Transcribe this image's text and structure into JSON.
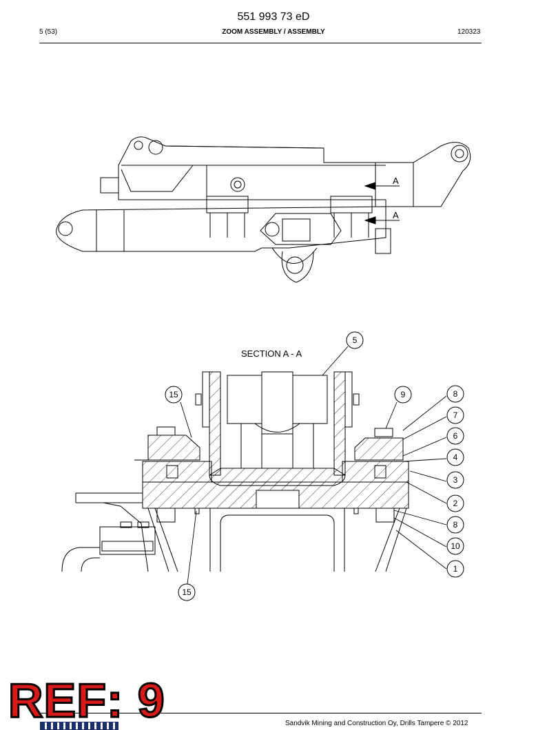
{
  "header": {
    "doc_number": "551 993 73 eD",
    "page": "5 (53)",
    "title": "ZOOM ASSEMBLY / ASSEMBLY",
    "date_code": "120323"
  },
  "drawing": {
    "section_markers": [
      "A",
      "A"
    ],
    "section_title": "SECTION A - A",
    "callouts": [
      "5",
      "15",
      "9",
      "8",
      "7",
      "6",
      "4",
      "3",
      "2",
      "8",
      "10",
      "1",
      "15"
    ]
  },
  "stamp": {
    "text": "REF: 9",
    "color": "#d81a1a"
  },
  "footer": {
    "copyright": "Sandvik Mining and Construction Oy, Drills Tampere © 2012"
  }
}
